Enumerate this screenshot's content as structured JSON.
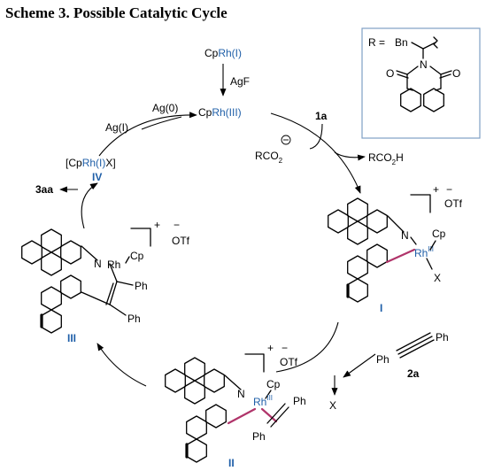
{
  "title": "Scheme 3. Possible Catalytic Cycle",
  "colors": {
    "rhodium": "#1f5fa8",
    "metal_bond": "#b0346a",
    "box_border": "#7f9fc4"
  },
  "top": {
    "precatalyst_cp": "Cp",
    "precatalyst_rh": "Rh(I)",
    "reagent": "AgF",
    "active_cp": "Cp",
    "active_rh": "Rh(III)"
  },
  "reoxidation": {
    "ag_left": "Ag(I)",
    "ag_right": "Ag(0)"
  },
  "substrate": {
    "label": "1a",
    "anion": "RCO",
    "anion_sub": "2",
    "acid": "RCO",
    "acid_sub": "2",
    "acid_h": "H"
  },
  "r_group": {
    "eq": "R =",
    "bn": "Bn",
    "n": "N",
    "o_top": "O",
    "o_bottom": "O"
  },
  "intermediate_IV": {
    "open": "[Cp",
    "rh": "Rh(I)",
    "close": "X]",
    "label": "IV"
  },
  "product": {
    "label": "3aa"
  },
  "intermediate_I": {
    "n": "N",
    "cp": "Cp",
    "rh": "Rh",
    "ox": "III",
    "x": "X",
    "charge": "+",
    "minus": "−",
    "counter": "OTf",
    "label": "I"
  },
  "alkyne": {
    "ph1": "Ph",
    "ph2": "Ph",
    "label": "2a",
    "leaving": "X"
  },
  "intermediate_II": {
    "n": "N",
    "cp": "Cp",
    "rh": "Rh",
    "ox": "III",
    "ph1": "Ph",
    "ph2": "Ph",
    "charge": "+",
    "minus": "−",
    "counter": "OTf",
    "label": "II"
  },
  "intermediate_III": {
    "n": "N",
    "cp": "Cp",
    "rh": "Rh",
    "ph1": "Ph",
    "ph2": "Ph",
    "charge": "+",
    "minus": "−",
    "counter": "OTf",
    "label": "III"
  }
}
